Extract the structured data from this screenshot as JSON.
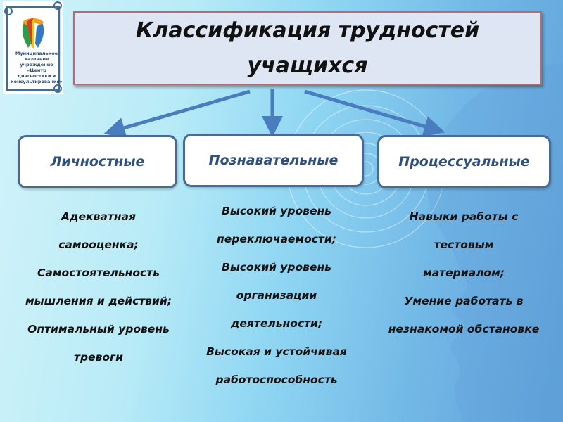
{
  "logo": {
    "icon": "psi-heads-logo-icon",
    "text_lines": [
      "Муниципальное",
      "казенное",
      "учреждение",
      "«Центр",
      "диагностики и",
      "консультирования»"
    ]
  },
  "title": {
    "line1": "Классификация трудностей",
    "line2": "учащихся"
  },
  "colors": {
    "title_bg": "#dde6f2",
    "title_border": "#a9707a",
    "arrow": "#4a7cc0",
    "box_border": "#4a6a96",
    "box_text": "#2f4f7e",
    "body_text": "#111111"
  },
  "categories": [
    {
      "label": "Личностные",
      "items": [
        "Адекватная",
        "самооценка;",
        "Самостоятельность",
        "мышления и действий;",
        "Оптимальный уровень",
        "тревоги"
      ]
    },
    {
      "label": "Познавательные",
      "items": [
        "Высокий уровень",
        "переключаемости;",
        "Высокий уровень",
        "организации",
        "деятельности;",
        "Высокая и устойчивая",
        "работоспособность"
      ]
    },
    {
      "label": "Процессуальные",
      "items": [
        "Навыки работы с",
        "тестовым",
        "материалом;",
        "Умение работать в",
        "незнакомой обстановке"
      ]
    }
  ]
}
